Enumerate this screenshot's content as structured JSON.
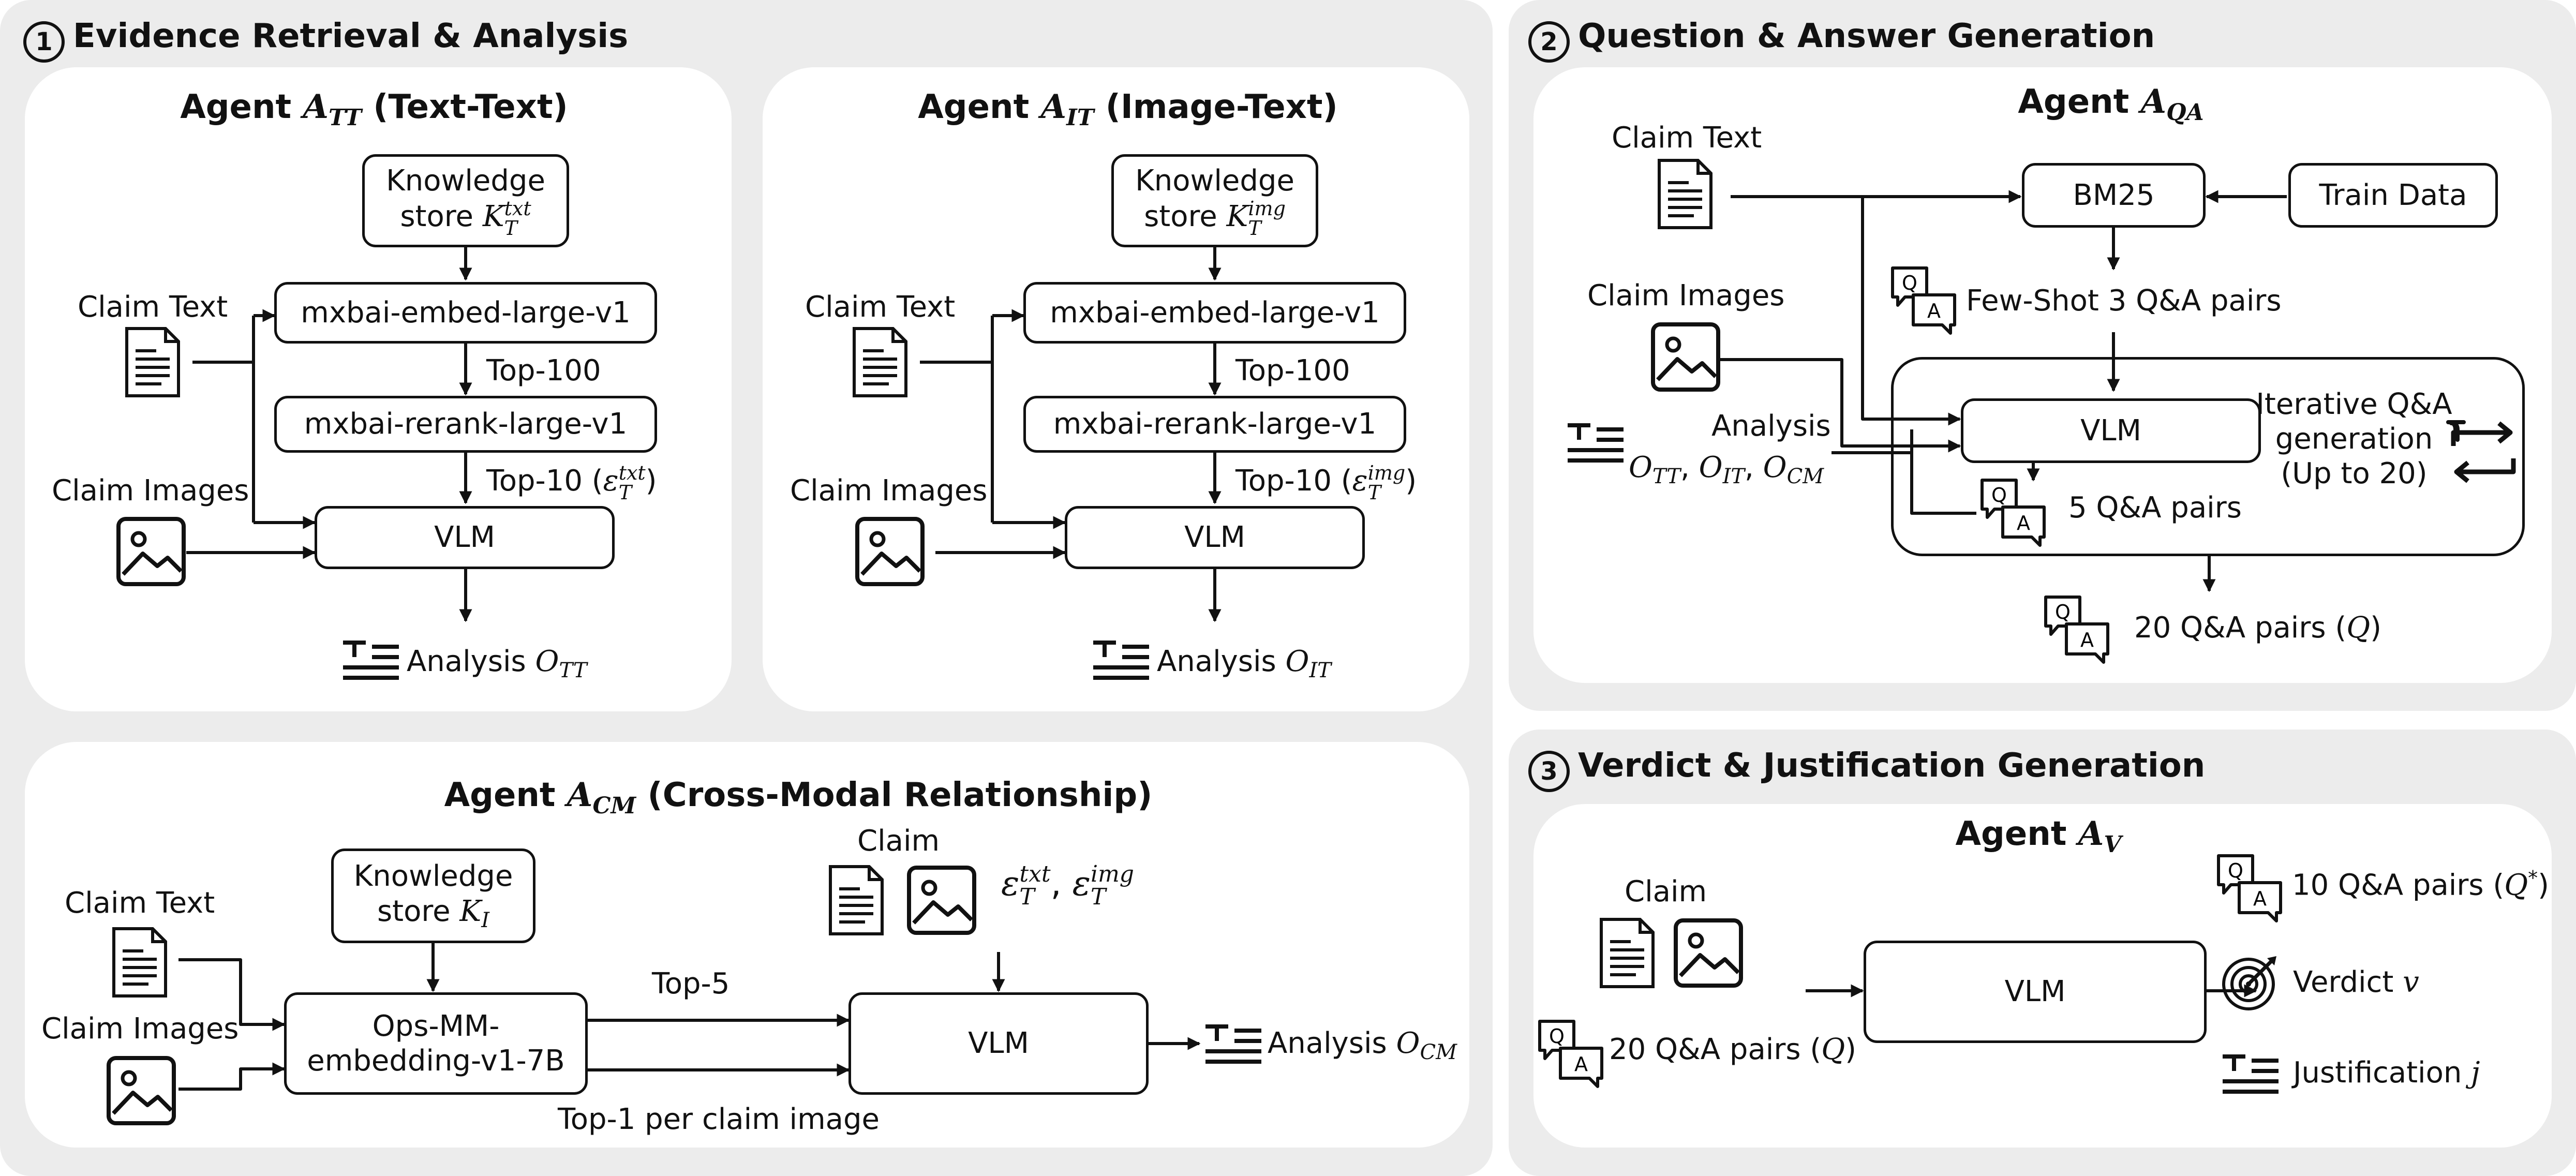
{
  "sections": {
    "s1": {
      "num": "1",
      "title": "Evidence Retrieval & Analysis"
    },
    "s2": {
      "num": "2",
      "title": "Question & Answer Generation"
    },
    "s3": {
      "num": "3",
      "title": "Verdict & Justification Generation"
    }
  },
  "tt": {
    "agent": "Agent",
    "sym": "A",
    "sub": "TT",
    "suffix": " (Text-Text)",
    "ks1": "Knowledge",
    "ks2": "store",
    "ks_sym": "K",
    "ks_sub": "T",
    "ks_sup": "txt",
    "embed": "mxbai-embed-large-v1",
    "rerank": "mxbai-rerank-large-v1",
    "top100": "Top-100",
    "top10": "Top-10 (",
    "e_sym": "ε",
    "e_sub": "T",
    "e_sup": "txt",
    "close": ")",
    "claim_text": "Claim Text",
    "claim_images": "Claim Images",
    "vlm": "VLM",
    "analysis": "Analysis",
    "o_sym": "O",
    "o_sub": "TT"
  },
  "it": {
    "agent": "Agent",
    "sym": "A",
    "sub": "IT",
    "suffix": " (Image-Text)",
    "ks1": "Knowledge",
    "ks2": "store",
    "ks_sym": "K",
    "ks_sub": "T",
    "ks_sup": "img",
    "embed": "mxbai-embed-large-v1",
    "rerank": "mxbai-rerank-large-v1",
    "top100": "Top-100",
    "top10": "Top-10 (",
    "e_sym": "ε",
    "e_sub": "T",
    "e_sup": "img",
    "close": ")",
    "claim_text": "Claim Text",
    "claim_images": "Claim Images",
    "vlm": "VLM",
    "analysis": "Analysis",
    "o_sym": "O",
    "o_sub": "IT"
  },
  "cm": {
    "agent": "Agent",
    "sym": "A",
    "sub": "CM",
    "suffix": " (Cross-Modal Relationship)",
    "ks1": "Knowledge",
    "ks2": "store",
    "ks_sym": "K",
    "ks_sub": "I",
    "ops1": "Ops-MM-",
    "ops2": "embedding-v1-7B",
    "top5": "Top-5",
    "top1": "Top-1 per claim image",
    "claim": "Claim",
    "e_sym": "ε",
    "e_sub": "T",
    "e_sup1": "txt",
    "comma": ", ",
    "e_sup2": "img",
    "claim_text": "Claim Text",
    "claim_images": "Claim Images",
    "vlm": "VLM",
    "analysis": "Analysis",
    "o_sym": "O",
    "o_sub": "CM"
  },
  "qa": {
    "agent": "Agent",
    "sym": "A",
    "sub": "QA",
    "claim_text": "Claim Text",
    "claim_images": "Claim Images",
    "bm25": "BM25",
    "train": "Train Data",
    "fewshot": "Few-Shot 3 Q&A pairs",
    "vlm": "VLM",
    "iter1": "Iterative Q&A",
    "iter2": "generation",
    "iter3": "(Up to 20)",
    "analysis": "Analysis",
    "o_sym": "O",
    "o_tt": "TT",
    "o_it": "IT",
    "o_cm": "CM",
    "comma": ", ",
    "five": "5 Q&A pairs",
    "twenty": "20 Q&A pairs (",
    "q_sym": "Q",
    "close": ")",
    "icon_q": "Q",
    "icon_a": "A"
  },
  "v": {
    "agent": "Agent",
    "sym": "A",
    "sub": "V",
    "claim": "Claim",
    "vlm": "VLM",
    "twenty": "20 Q&A pairs (",
    "q_sym": "Q",
    "close": ")",
    "ten": "10 Q&A pairs (",
    "q_star": "Q",
    "star": "*",
    "verdict": "Verdict ",
    "v_sym": "v",
    "justification": "Justification ",
    "j_sym": "j",
    "icon_q": "Q",
    "icon_a": "A"
  }
}
